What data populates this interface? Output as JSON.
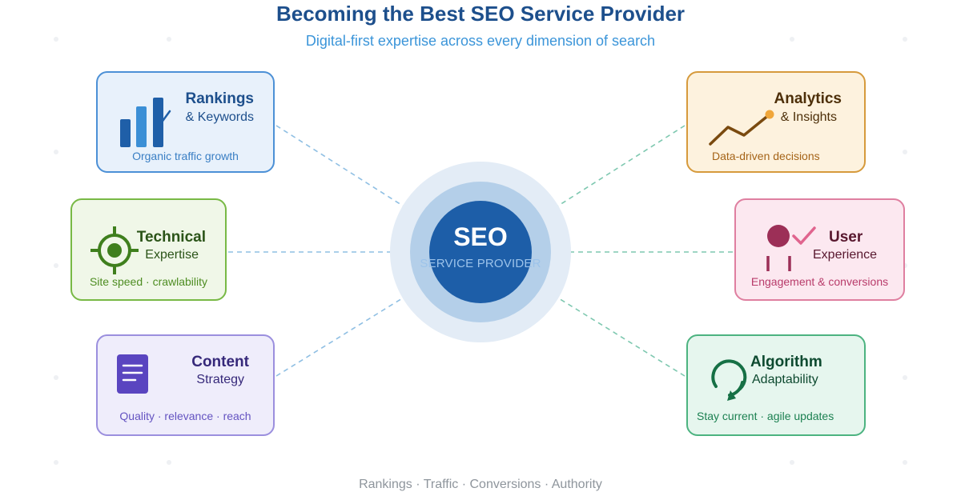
{
  "title": "Becoming the Best SEO Service Provider",
  "subtitle": "Digital-first expertise across every dimension of search",
  "hub": {
    "title": "SEO",
    "subtitle": "SERVICE PROVIDER"
  },
  "cards": {
    "rankings": {
      "heading": "Rankings",
      "sub": "& Keywords",
      "desc": "Organic traffic growth",
      "icon": "bar-chart-icon",
      "accent": "#1f5fa8"
    },
    "technical": {
      "heading": "Technical",
      "sub": "Expertise",
      "desc": "Site speed · crawlability",
      "icon": "target-icon",
      "accent": "#3f7f1d"
    },
    "content": {
      "heading": "Content",
      "sub": "Strategy",
      "desc": "Quality · relevance · reach",
      "icon": "document-icon",
      "accent": "#5a45c0"
    },
    "analytics": {
      "heading": "Analytics",
      "sub": "& Insights",
      "desc": "Data-driven decisions",
      "icon": "line-chart-icon",
      "accent": "#7a4a0f"
    },
    "user": {
      "heading": "User",
      "sub": "Experience",
      "desc": "Engagement & conversions",
      "icon": "user-check-icon",
      "accent": "#9c2f57"
    },
    "algorithm": {
      "heading": "Algorithm",
      "sub": "Adaptability",
      "desc": "Stay current · agile updates",
      "icon": "refresh-icon",
      "accent": "#167045"
    }
  },
  "footer": "Rankings · Traffic · Conversions · Authority"
}
